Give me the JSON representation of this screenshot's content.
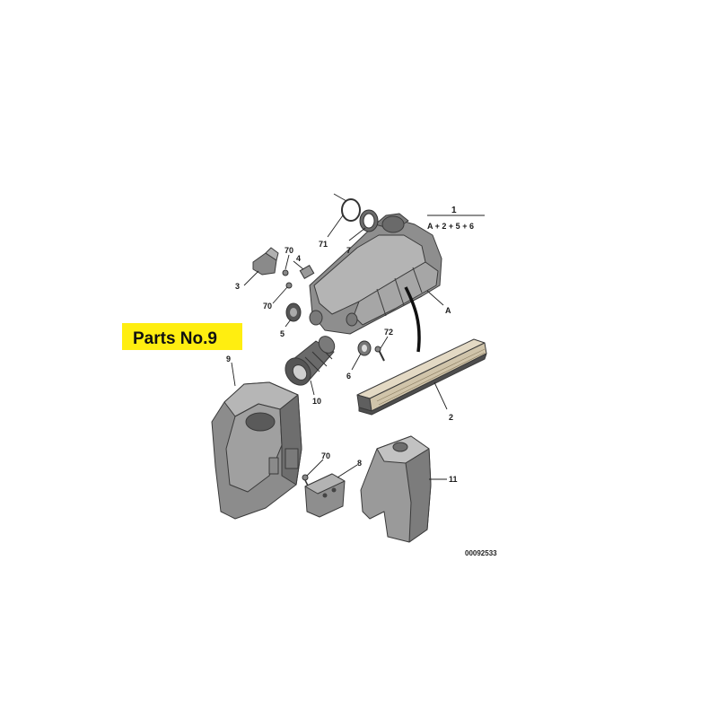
{
  "banner": {
    "label": "Parts  No.9",
    "background": "#ffee10"
  },
  "kit": {
    "number": "1",
    "contents": "A + 2 + 5 + 6"
  },
  "callouts": {
    "c71": "71",
    "c7": "7",
    "c70_top": "70",
    "c4": "4",
    "c3": "3",
    "c70_mid": "70",
    "c5": "5",
    "cA": "A",
    "c72": "72",
    "c6": "6",
    "c9": "9",
    "c10": "10",
    "c2": "2",
    "c70_bottom": "70",
    "c8": "8",
    "c11": "11"
  },
  "reference_number": "00092533",
  "colors": {
    "part_fill": "#9a9a9a",
    "part_dark": "#6f6f6f",
    "part_light": "#c4c4c4",
    "filter_pleat": "#e3d9c4"
  }
}
